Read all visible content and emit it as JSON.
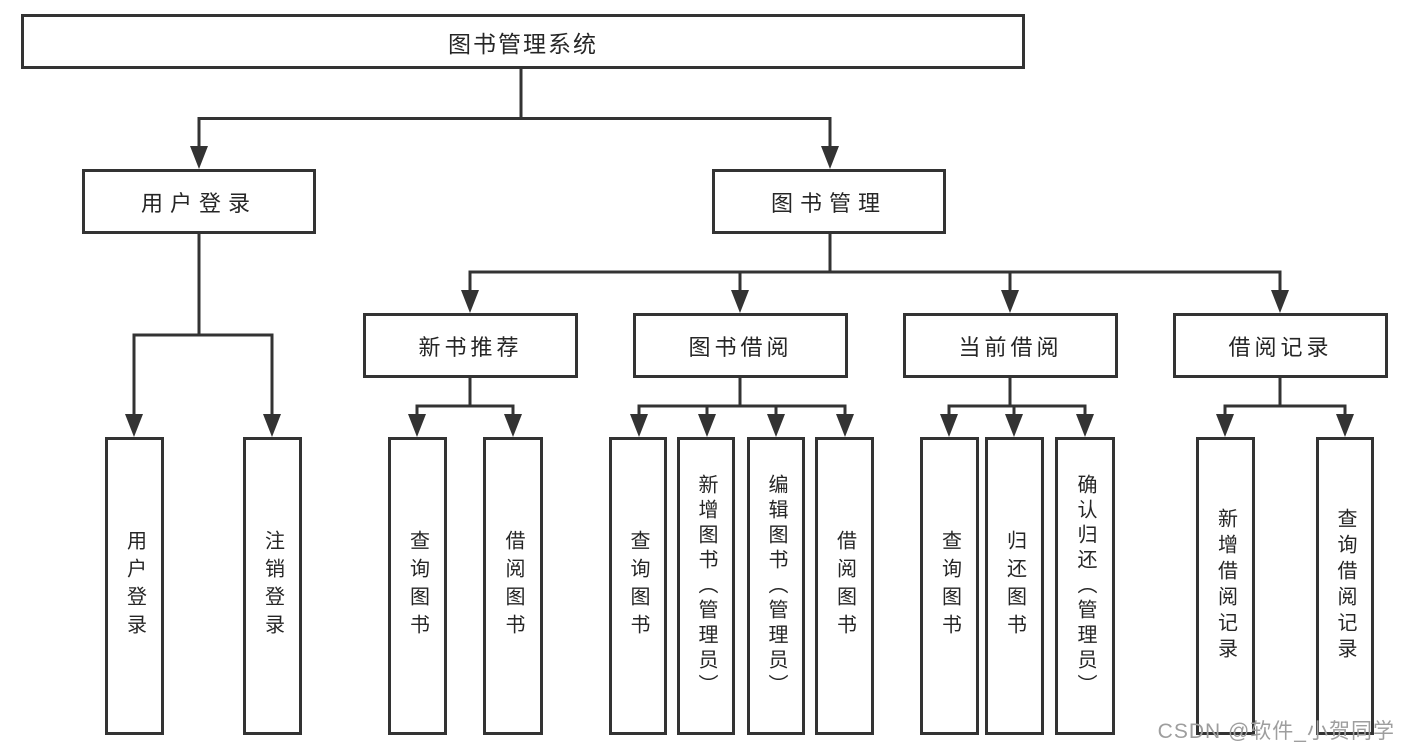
{
  "tree": {
    "root": {
      "label": "图书管理系统"
    },
    "children": [
      {
        "label": "用户登录",
        "children": [
          "用户登录",
          "注销登录"
        ]
      },
      {
        "label": "图书管理",
        "children": [
          {
            "label": "新书推荐",
            "children": [
              "查询图书",
              "借阅图书"
            ]
          },
          {
            "label": "图书借阅",
            "children": [
              "查询图书",
              "新增图书（管理员）",
              "编辑图书（管理员）",
              "借阅图书"
            ]
          },
          {
            "label": "当前借阅",
            "children": [
              "查询图书",
              "归还图书",
              "确认归还（管理员）"
            ]
          },
          {
            "label": "借阅记录",
            "children": [
              "新增借阅记录",
              "查询借阅记录"
            ]
          }
        ]
      }
    ]
  },
  "watermark": {
    "text": "CSDN @软件_小贺同学"
  },
  "colors": {
    "line": "#333333",
    "box_border": "#333333",
    "box_fill": "#ffffff",
    "text": "#262626",
    "watermark": "#9e9e9e",
    "background": "#ffffff"
  }
}
